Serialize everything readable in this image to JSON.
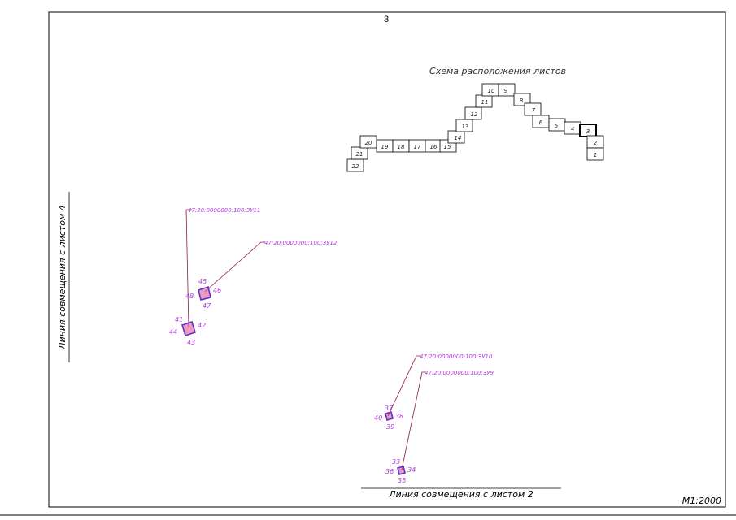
{
  "sheet_number": "3",
  "scale_label": "М1:2000",
  "scheme": {
    "title": "Схема расположения листов",
    "sheets": [
      "1",
      "2",
      "3",
      "4",
      "5",
      "6",
      "7",
      "8",
      "9",
      "10",
      "11",
      "12",
      "13",
      "14",
      "15",
      "16",
      "17",
      "18",
      "19",
      "20",
      "21",
      "22"
    ],
    "current_sheet": "3"
  },
  "match_lines": {
    "left": "Линия совмещения с листом 4",
    "bottom": "Линия совмещения с листом 2"
  },
  "parcels": [
    {
      "cadastral": "47:20:0000000:100:ЗУ11",
      "points": [
        "41",
        "42",
        "43",
        "44"
      ]
    },
    {
      "cadastral": "47:20:0000000:100:ЗУ12",
      "points": [
        "45",
        "46",
        "47",
        "48"
      ]
    },
    {
      "cadastral": "47:20:0000000:100:ЗУ10",
      "points": [
        "37",
        "38",
        "39",
        "40"
      ]
    },
    {
      "cadastral": "47:20:0000000:100:ЗУ9",
      "points": [
        "33",
        "34",
        "35",
        "36"
      ]
    }
  ],
  "colors": {
    "frame": "#000000",
    "label": "#b13be0",
    "leader": "#8a1c3a",
    "parcel_fill": "#d44a8c",
    "parcel_outline": "#6a2bd0"
  }
}
